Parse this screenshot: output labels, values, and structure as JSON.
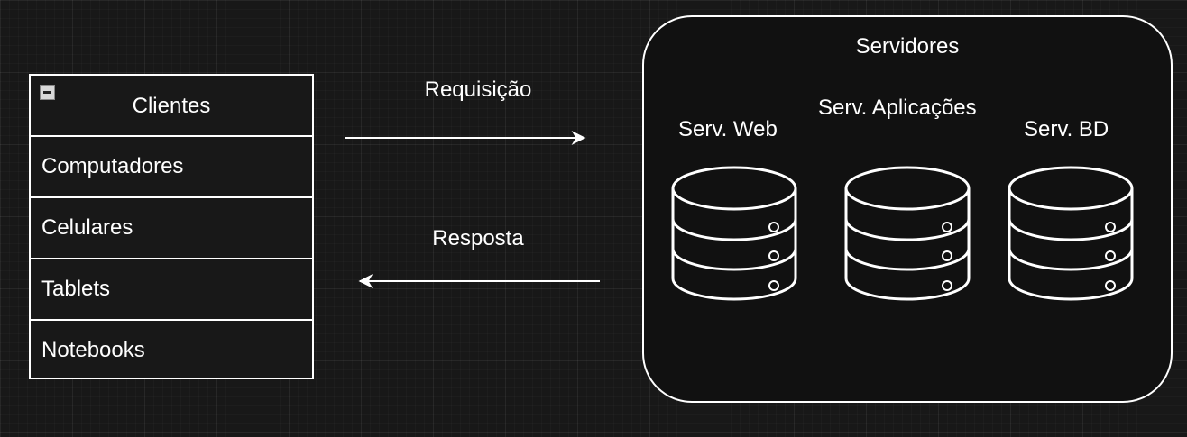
{
  "clients": {
    "title": "Clientes",
    "items": [
      "Computadores",
      "Celulares",
      "Tablets",
      "Notebooks"
    ]
  },
  "edges": {
    "request_label": "Requisição",
    "response_label": "Resposta"
  },
  "servers": {
    "title": "Servidores",
    "web_label": "Serv. Web",
    "app_label": "Serv. Aplicações",
    "db_label": "Serv. BD"
  },
  "icons": {
    "collapse": "minus-square-icon",
    "database": "database-icon",
    "arrow": "arrow-icon"
  },
  "colors": {
    "background": "#181818",
    "stroke": "#ffffff"
  }
}
